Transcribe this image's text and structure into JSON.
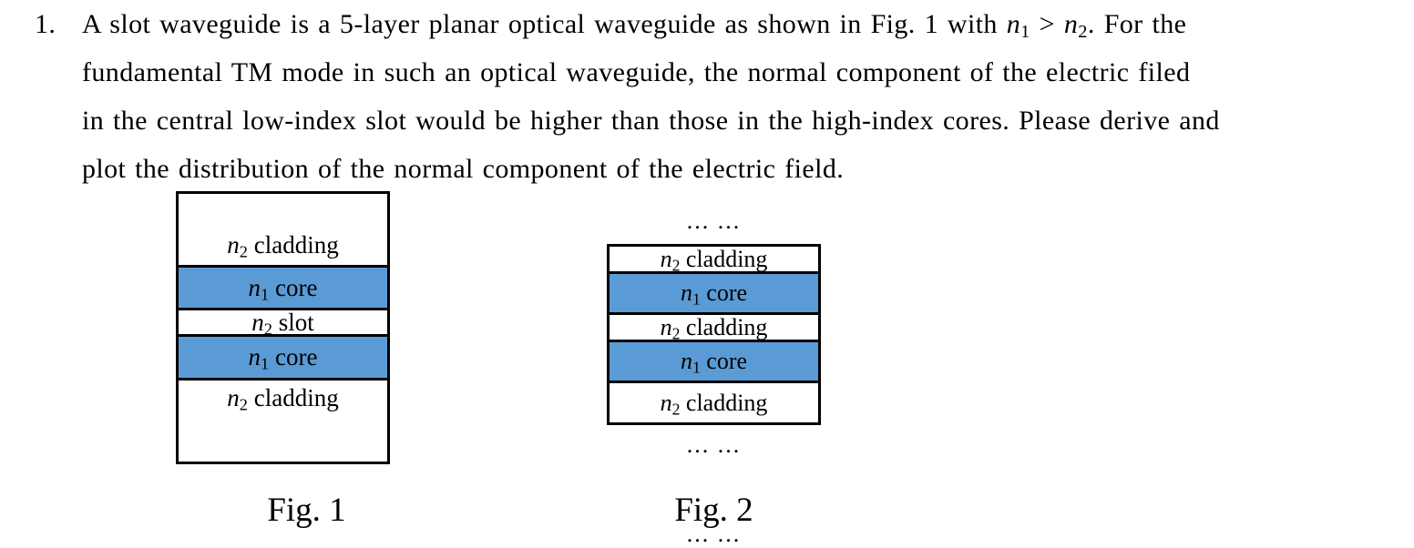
{
  "colors": {
    "core_fill": "#5b9bd5",
    "border": "#000000",
    "page_background": "#ffffff",
    "text": "#000000"
  },
  "problem": {
    "number": "1.",
    "line1": {
      "before": "A slot waveguide is a 5-layer planar optical waveguide as shown in Fig. 1 with ",
      "n1_base": "n",
      "n1_sub": "1",
      "comparator": " > ",
      "n2_base": "n",
      "n2_sub": "2",
      "after": ". For the"
    },
    "line2": "fundamental TM mode in such an optical waveguide, the normal component of the electric filed",
    "line3": "in the central low-index slot would be higher than those in the high-index cores. Please derive and",
    "line4": "plot the distribution of the normal component of the electric field."
  },
  "fig1": {
    "caption": "Fig. 1",
    "layers": [
      {
        "base": "n",
        "sub": "2",
        "label": " cladding",
        "type": "cladding"
      },
      {
        "base": "n",
        "sub": "1",
        "label": " core",
        "type": "core"
      },
      {
        "base": "n",
        "sub": "2",
        "label": " slot",
        "type": "slot"
      },
      {
        "base": "n",
        "sub": "1",
        "label": " core",
        "type": "core"
      },
      {
        "base": "n",
        "sub": "2",
        "label": " cladding",
        "type": "cladding"
      }
    ]
  },
  "fig2": {
    "caption": "Fig. 2",
    "dots_top": "... ...",
    "dots_bottom": "... ...",
    "dots_below_caption": "... ...",
    "layers": [
      {
        "base": "n",
        "sub": "2",
        "label": " cladding",
        "type": "cladding"
      },
      {
        "base": "n",
        "sub": "1",
        "label": " core",
        "type": "core"
      },
      {
        "base": "n",
        "sub": "2",
        "label": " cladding",
        "type": "cladding"
      },
      {
        "base": "n",
        "sub": "1",
        "label": " core",
        "type": "core"
      },
      {
        "base": "n",
        "sub": "2",
        "label": " cladding",
        "type": "cladding"
      }
    ]
  }
}
